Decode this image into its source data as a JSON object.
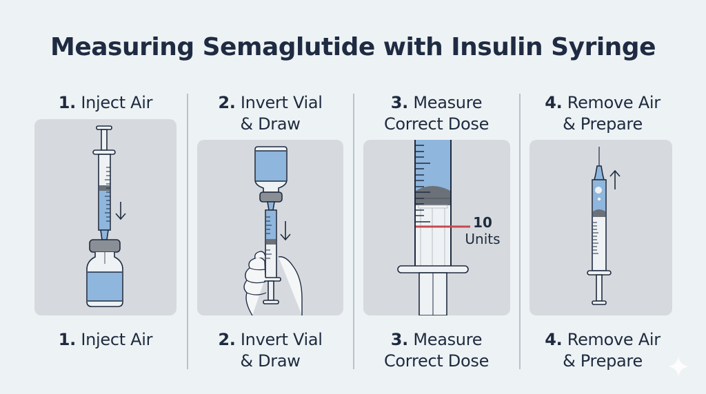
{
  "title": "Measuring Semaglutide with Insulin Syringe",
  "colors": {
    "background": "#edf2f4",
    "panel": "#d6dade",
    "text": "#1e2a3f",
    "liquid": "#8fb6dd",
    "stopper": "#6b7178",
    "dose_marker": "#c9474f",
    "outline": "#1e2a3f",
    "divider": "#b9c1c9"
  },
  "steps": [
    {
      "number": "1.",
      "title_line1": "Inject Air",
      "title_line2": "",
      "footer_number": "1.",
      "footer_line1": "Inject Air",
      "footer_line2": "",
      "illustration": "syringe-into-upright-vial",
      "arrow": "down-arrow"
    },
    {
      "number": "2.",
      "title_line1": "Invert Vial",
      "title_line2": "& Draw",
      "footer_number": "2.",
      "footer_line1": "Invert Vial",
      "footer_line2": "& Draw",
      "illustration": "hand-holding-syringe-under-inverted-vial",
      "arrow": "down-arrow"
    },
    {
      "number": "3.",
      "title_line1": "Measure",
      "title_line2": "Correct Dose",
      "footer_number": "3.",
      "footer_line1": "Measure",
      "footer_line2": "Correct Dose",
      "illustration": "syringe-barrel-closeup",
      "dose_value": "10",
      "dose_unit": "Units"
    },
    {
      "number": "4.",
      "title_line1": "Remove Air",
      "title_line2": "& Prepare",
      "footer_number": "4.",
      "footer_line1": "Remove Air",
      "footer_line2": "& Prepare",
      "illustration": "syringe-needle-up-with-bubbles",
      "arrow": "up-arrow"
    }
  ],
  "watermark_icon": "sparkle-icon"
}
